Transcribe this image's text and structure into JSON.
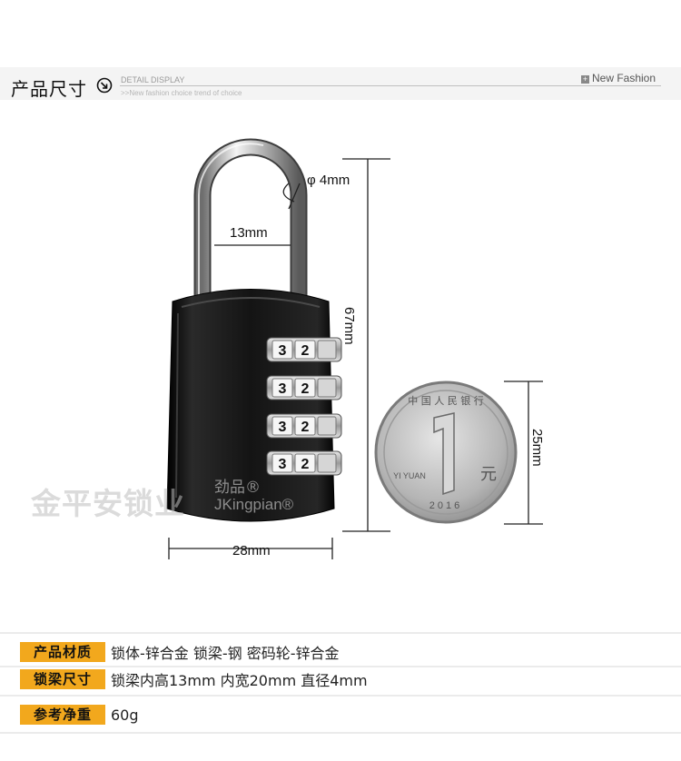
{
  "header": {
    "title": "产品尺寸",
    "subtitle": "DETAIL DISPLAY",
    "tagline": ">>New fashion choice  trend of choice",
    "badge": "New Fashion"
  },
  "dimensions": {
    "shackle_diameter": "φ 4mm",
    "shackle_width": "13mm",
    "total_height": "67mm",
    "body_width": "28mm",
    "coin_diameter": "25mm"
  },
  "lock_digits": [
    [
      "3",
      "2"
    ],
    [
      "3",
      "2"
    ],
    [
      "3",
      "2"
    ],
    [
      "3",
      "2"
    ]
  ],
  "coin": {
    "top_text": "中 国 人 民 银 行",
    "numeral": "1",
    "unit_cn": "元",
    "unit_pinyin": "YI YUAN",
    "year": "2016"
  },
  "watermark": {
    "company": "金平安锁业",
    "brand_cn": "劲品®",
    "brand_en": "JKingpian®"
  },
  "specs": [
    {
      "label": "产品材质",
      "value": "锁体-锌合金    锁梁-钢   密码轮-锌合金"
    },
    {
      "label": "锁梁尺寸",
      "value": "锁梁内高13mm   内宽20mm     直径4mm"
    },
    {
      "label": "参考净重",
      "value": "60g"
    }
  ],
  "colors": {
    "label_bg": "#f2a81d",
    "lock_body": "#111111",
    "coin_silver": "#c8c8c8"
  }
}
